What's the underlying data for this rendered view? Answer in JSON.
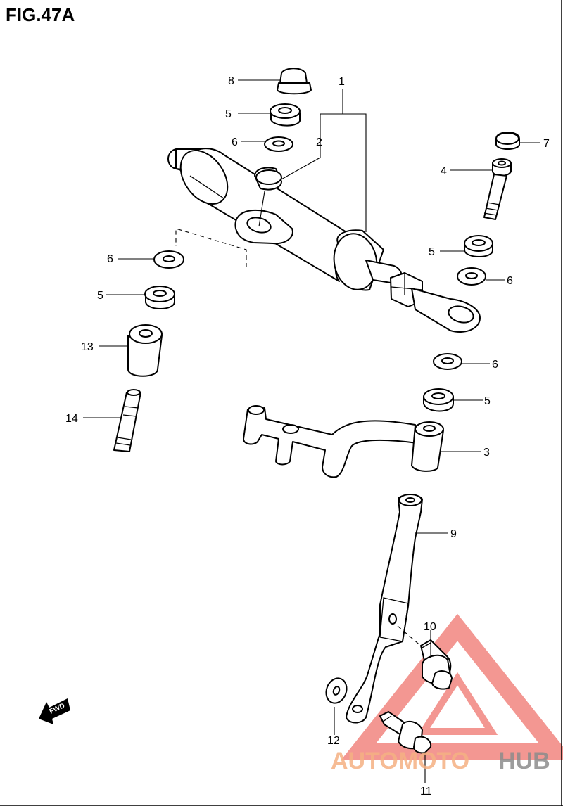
{
  "figure": {
    "title": "FIG.47A"
  },
  "callouts": {
    "c1": "1",
    "c2": "2",
    "c3": "3",
    "c4": "4",
    "c5a": "5",
    "c5b": "5",
    "c5c": "5",
    "c5d": "5",
    "c6a": "6",
    "c6b": "6",
    "c6c": "6",
    "c6d": "6",
    "c7": "7",
    "c8": "8",
    "c9": "9",
    "c10": "10",
    "c11": "11",
    "c12": "12",
    "c13": "13",
    "c14": "14"
  },
  "fwd_label": "FWD",
  "watermark": {
    "part1": "AUTOMOTO",
    "part2": "HUB",
    "color_orange": "#f5b183",
    "color_gray": "#8c8c8c",
    "triangle_color": "#e8463c"
  }
}
